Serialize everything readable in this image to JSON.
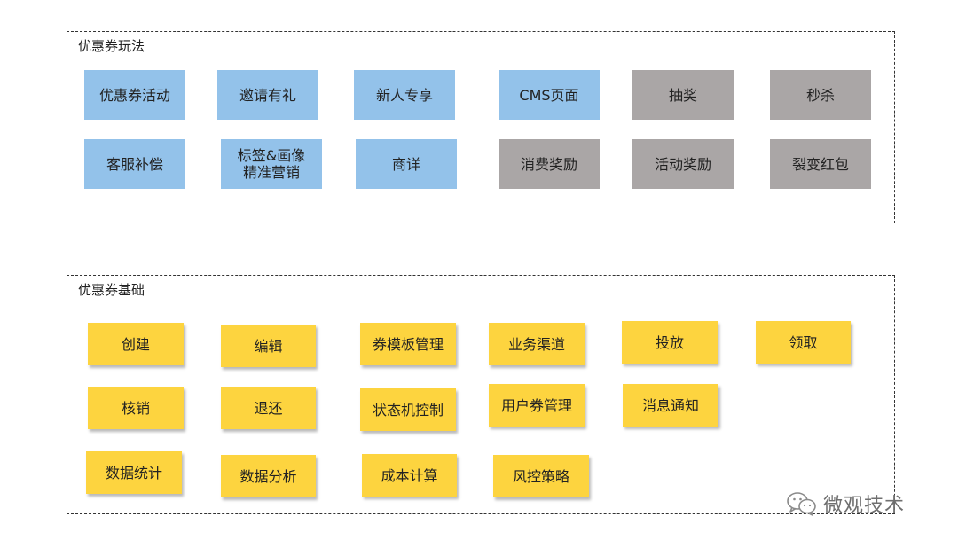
{
  "coupon_play": {
    "title": "优惠券玩法",
    "blue_items": [
      "优惠券活动",
      "邀请有礼",
      "新人专享",
      "CMS页面",
      "客服补偿",
      "标签&画像\n精准营销",
      "商详"
    ],
    "gray_items": [
      "抽奖",
      "秒杀",
      "消费奖励",
      "活动奖励",
      "裂变红包"
    ],
    "colors": {
      "blue": "#93c2ea",
      "gray": "#aaa6a6"
    }
  },
  "coupon_base": {
    "title": "优惠券基础",
    "items": [
      "创建",
      "编辑",
      "券模板管理",
      "业务渠道",
      "投放",
      "领取",
      "核销",
      "退还",
      "状态机控制",
      "用户券管理",
      "消息通知",
      "数据统计",
      "数据分析",
      "成本计算",
      "风控策略"
    ],
    "colors": {
      "yellow": "#fdd43f"
    }
  },
  "watermark": {
    "icon": "wechat-icon",
    "text": "微观技术"
  }
}
